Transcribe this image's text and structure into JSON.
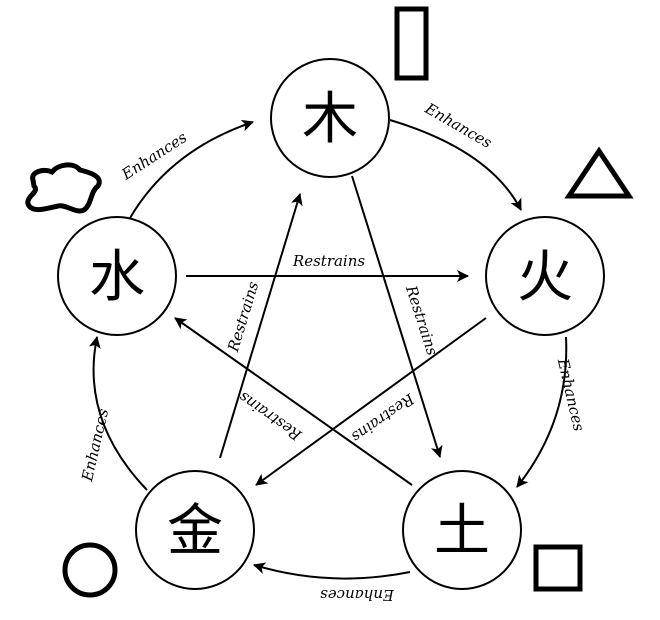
{
  "colors": {
    "ink": "#000000",
    "background": "#ffffff"
  },
  "elements": {
    "wood": {
      "glyph": "木",
      "symbol": "vertical-rectangle-icon"
    },
    "fire": {
      "glyph": "火",
      "symbol": "triangle-icon"
    },
    "earth": {
      "glyph": "土",
      "symbol": "square-icon"
    },
    "metal": {
      "glyph": "金",
      "symbol": "circle-icon"
    },
    "water": {
      "glyph": "水",
      "symbol": "blob-icon"
    }
  },
  "relations": {
    "enhances_label": "Enhances",
    "restrains_label": "Restrains",
    "enhances": [
      {
        "from": "wood",
        "to": "fire",
        "label": "Enhances"
      },
      {
        "from": "fire",
        "to": "earth",
        "label": "Enhances"
      },
      {
        "from": "earth",
        "to": "metal",
        "label": "Enhances"
      },
      {
        "from": "metal",
        "to": "water",
        "label": "Enhances"
      },
      {
        "from": "water",
        "to": "wood",
        "label": "Enhances"
      }
    ],
    "restrains": [
      {
        "from": "wood",
        "to": "earth",
        "label": "Restrains"
      },
      {
        "from": "earth",
        "to": "water",
        "label": "Restrains"
      },
      {
        "from": "water",
        "to": "fire",
        "label": "Restrains"
      },
      {
        "from": "fire",
        "to": "metal",
        "label": "Restrains"
      },
      {
        "from": "metal",
        "to": "wood",
        "label": "Restrains"
      }
    ]
  }
}
